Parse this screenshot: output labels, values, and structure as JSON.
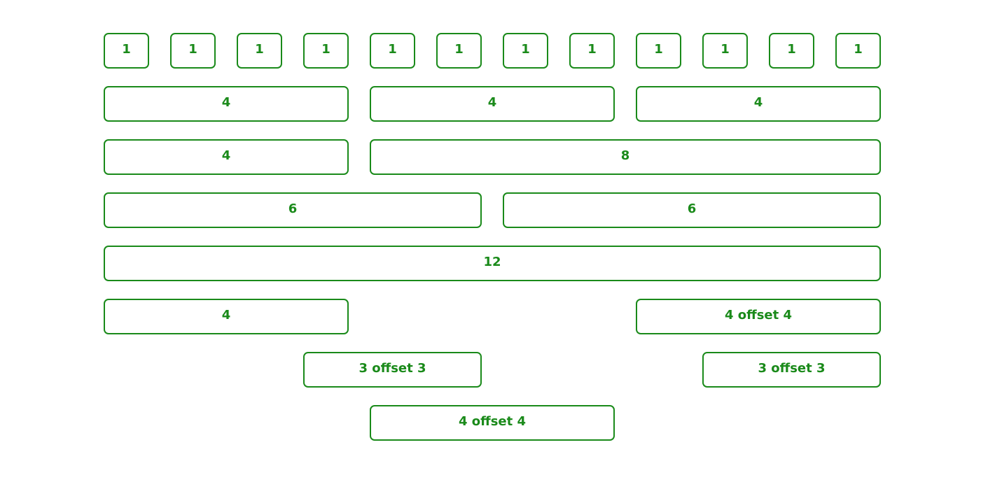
{
  "accent_color": "#1a8a1a",
  "rows": [
    [
      "1",
      "1",
      "1",
      "1",
      "1",
      "1",
      "1",
      "1",
      "1",
      "1",
      "1",
      "1"
    ],
    [
      "4",
      "4",
      "4"
    ],
    [
      "4",
      "8"
    ],
    [
      "6",
      "6"
    ],
    [
      "12"
    ],
    [
      "4",
      "4 offset 4"
    ],
    [
      "3 offset 3",
      "3 offset 3"
    ],
    [
      "4 offset 4"
    ]
  ]
}
